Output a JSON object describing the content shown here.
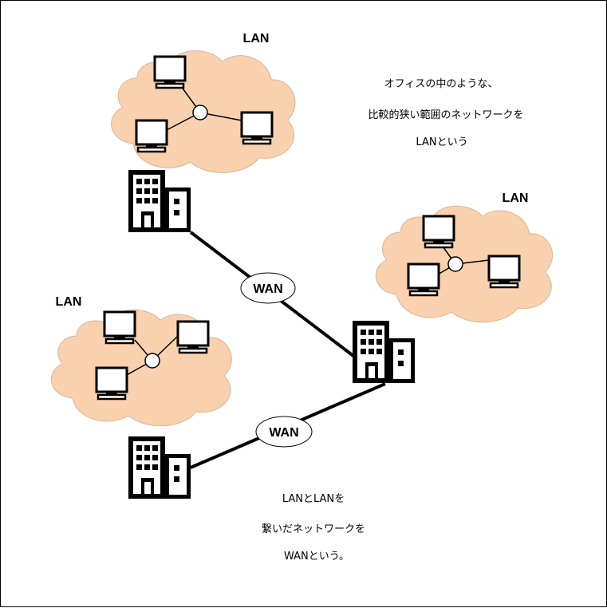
{
  "labels": {
    "lan_top": "LAN",
    "lan_right": "LAN",
    "lan_left": "LAN",
    "wan_1": "WAN",
    "wan_2": "WAN"
  },
  "notes": {
    "lan_desc": [
      "オフィスの中のような、",
      "比較的狭い範囲のネットワークを",
      "LANという"
    ],
    "wan_desc": [
      "LANとLANを",
      "繋いだネットワークを",
      "WANという。"
    ]
  },
  "colors": {
    "cloud_fill": "#FAD1AE",
    "cloud_stroke": "#D8B596",
    "ink": "#000000"
  },
  "icons": [
    "cloud-icon",
    "computer-icon",
    "building-icon",
    "hub-icon"
  ]
}
